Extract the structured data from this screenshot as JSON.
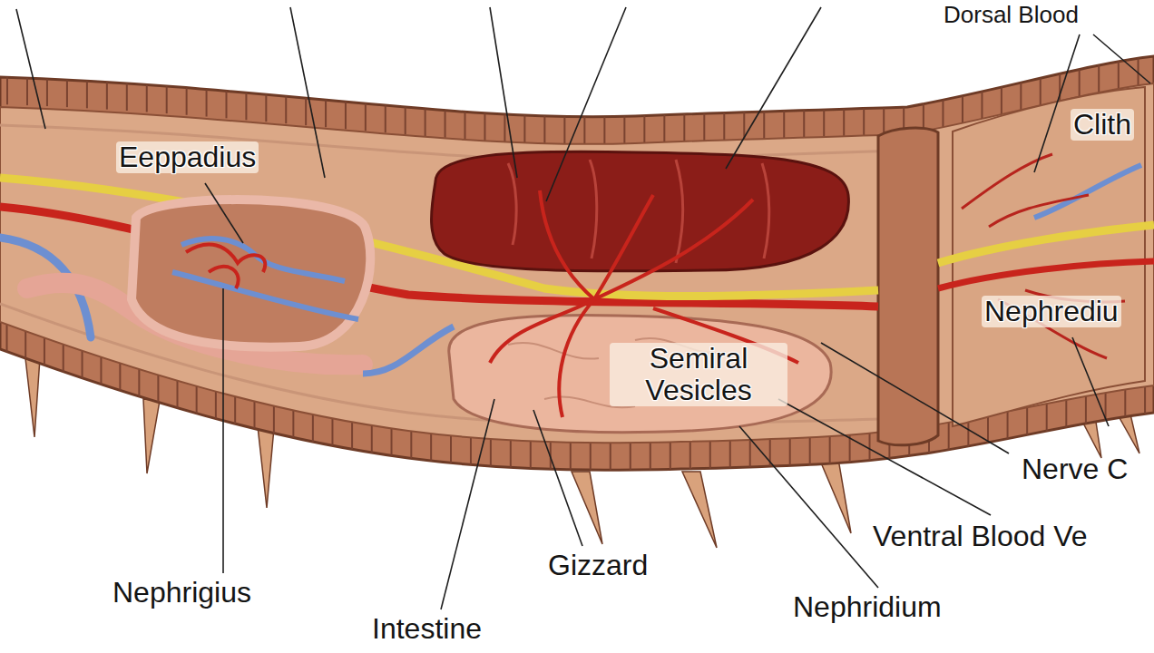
{
  "diagram": {
    "labels": [
      "Dorsal Blood",
      "Clith",
      "Eeppadius",
      "Nephrediu",
      "Semiral Vesicles",
      "Nerve C",
      "Ventral Blood Ve",
      "Gizzard",
      "Nephrigius",
      "Nephridium",
      "Intestine"
    ]
  }
}
